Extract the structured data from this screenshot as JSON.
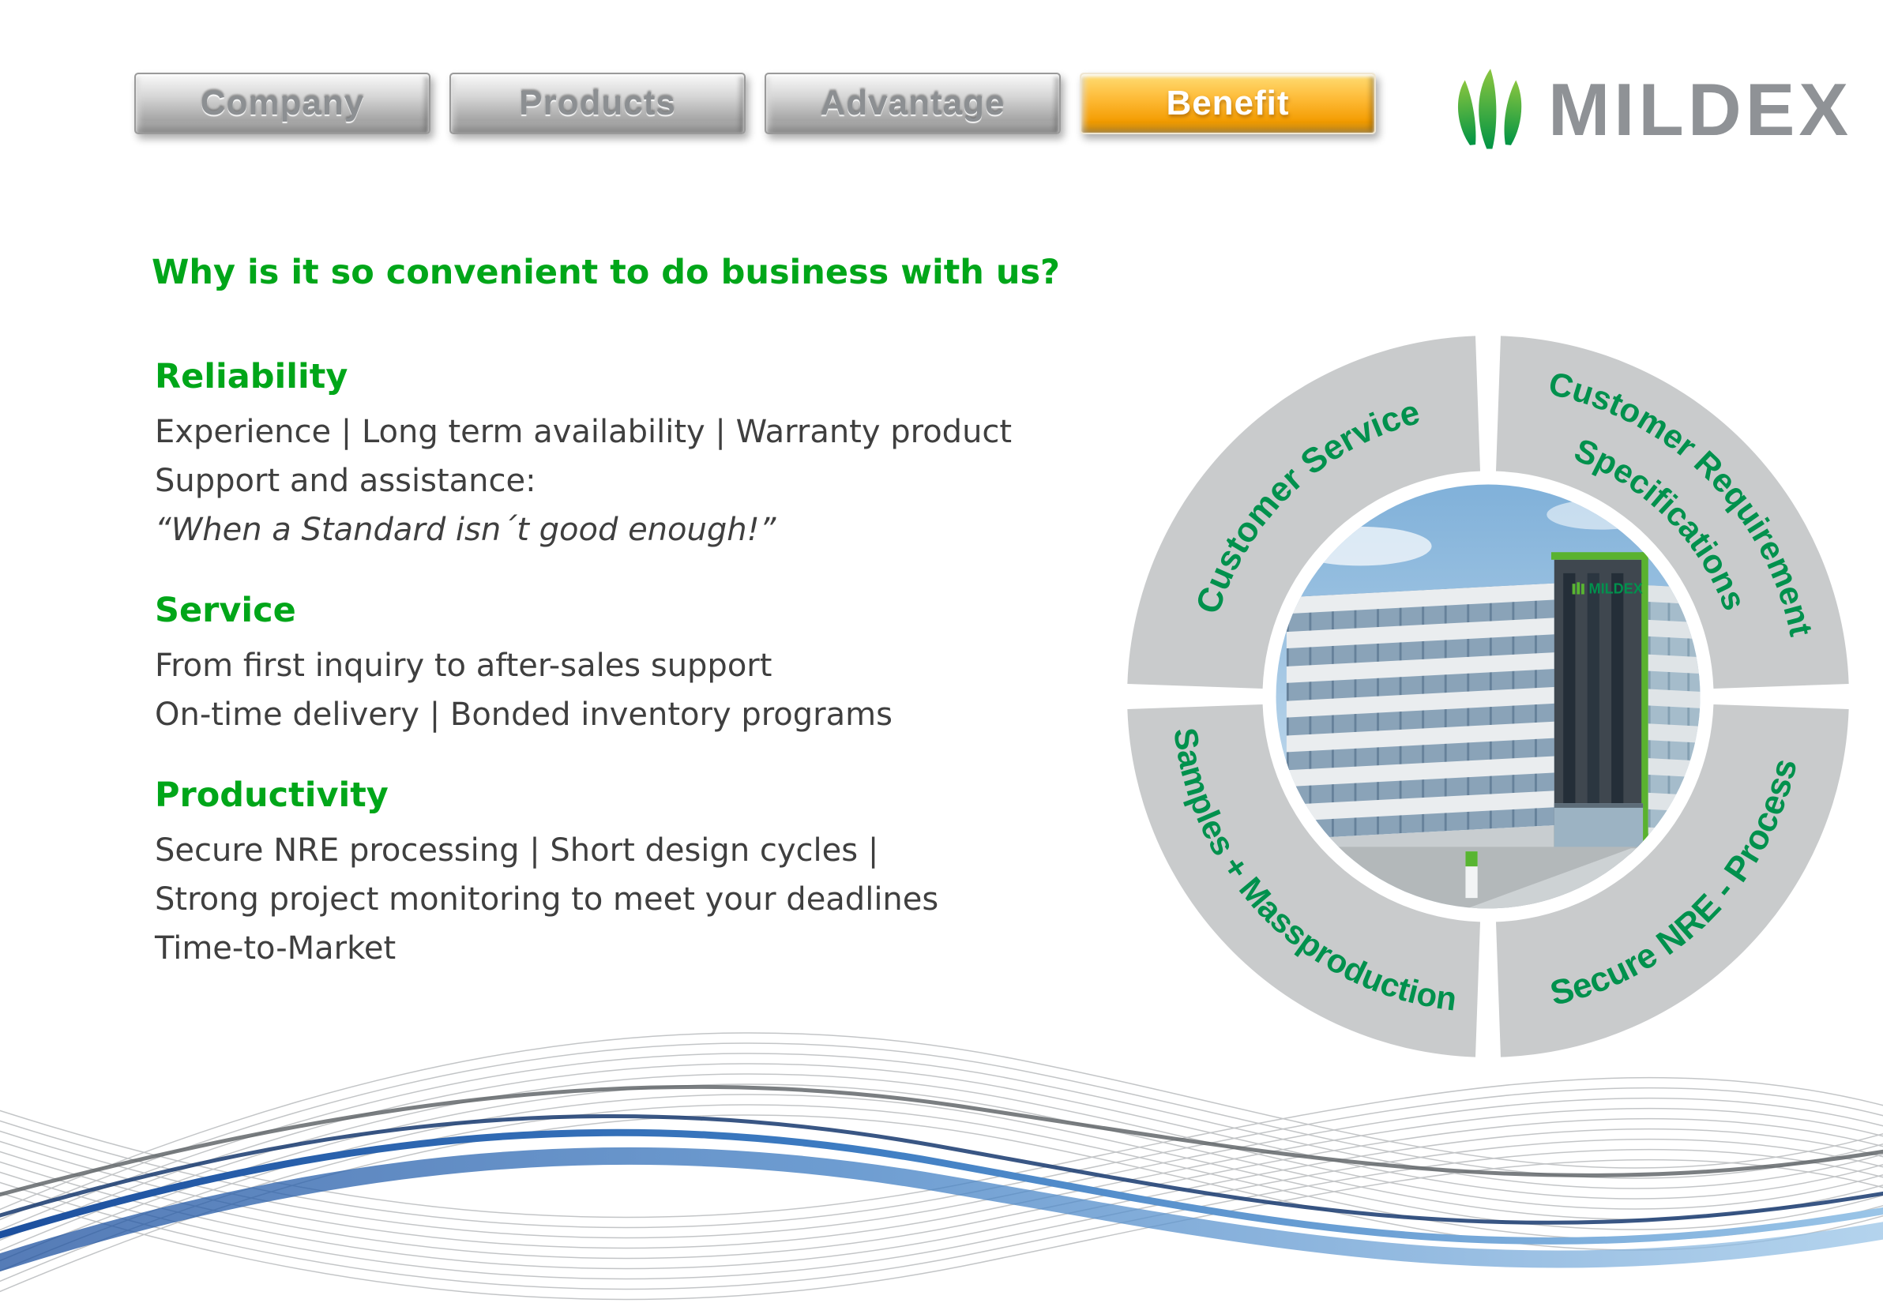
{
  "nav": {
    "items": [
      {
        "label": "Company",
        "active": false
      },
      {
        "label": "Products",
        "active": false
      },
      {
        "label": "Advantage",
        "active": false
      },
      {
        "label": "Benefit",
        "active": true
      }
    ]
  },
  "logo": {
    "brand": "MILDEX",
    "icon": "mildex-leaves-icon"
  },
  "heading": "Why is it so convenient to do business with us?",
  "sections": [
    {
      "title": "Reliability",
      "lines": [
        "Experience | Long term availability | Warranty product",
        "Support and assistance:"
      ],
      "quote": "“When a Standard isn´t good enough!”"
    },
    {
      "title": "Service",
      "lines": [
        "From first inquiry to after-sales support",
        "On-time delivery | Bonded inventory programs"
      ]
    },
    {
      "title": "Productivity",
      "lines": [
        "Secure NRE processing | Short design cycles |",
        "Strong project monitoring to meet your deadlines",
        "Time-to-Market"
      ]
    }
  ],
  "diagram": {
    "segments": {
      "top_left": "Customer Service",
      "top_right_line1": "Customer Requirement",
      "top_right_line2": "Specifications",
      "bottom_left": "Samples + Massproduction",
      "bottom_right": "Secure NRE - Process"
    },
    "center_image": "mildex-headquarters-building-photo",
    "building_sign": "MILDEX"
  },
  "colors": {
    "green_text": "#00a619",
    "green_diagram_text": "#00914d",
    "logo_green_light": "#8cc63f",
    "logo_green_dark": "#009444",
    "nav_active_orange": "#f39c00",
    "ring_gray": "#c9cbcc",
    "body_text": "#3f3f3f",
    "wave_blue": "#2f6fb5"
  }
}
